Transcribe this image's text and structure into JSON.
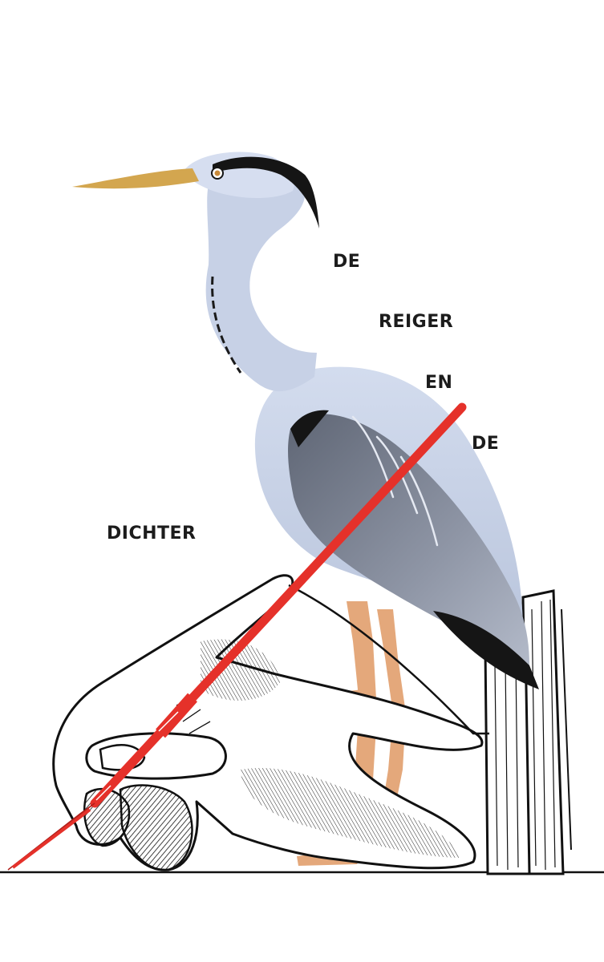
{
  "title_words": [
    "DE",
    "REIGER",
    "EN",
    "DE",
    "DICHTER"
  ],
  "colors": {
    "background": "#ffffff",
    "heron_body": "#c4cfe4",
    "heron_wing": "#7d8595",
    "beak": "#d3a64f",
    "legs": "#e4a87b",
    "pen": "#e5312a",
    "ink": "#111111"
  },
  "icons": [
    "heron-illustration",
    "hand-with-pen-illustration",
    "wooden-post-illustration"
  ]
}
